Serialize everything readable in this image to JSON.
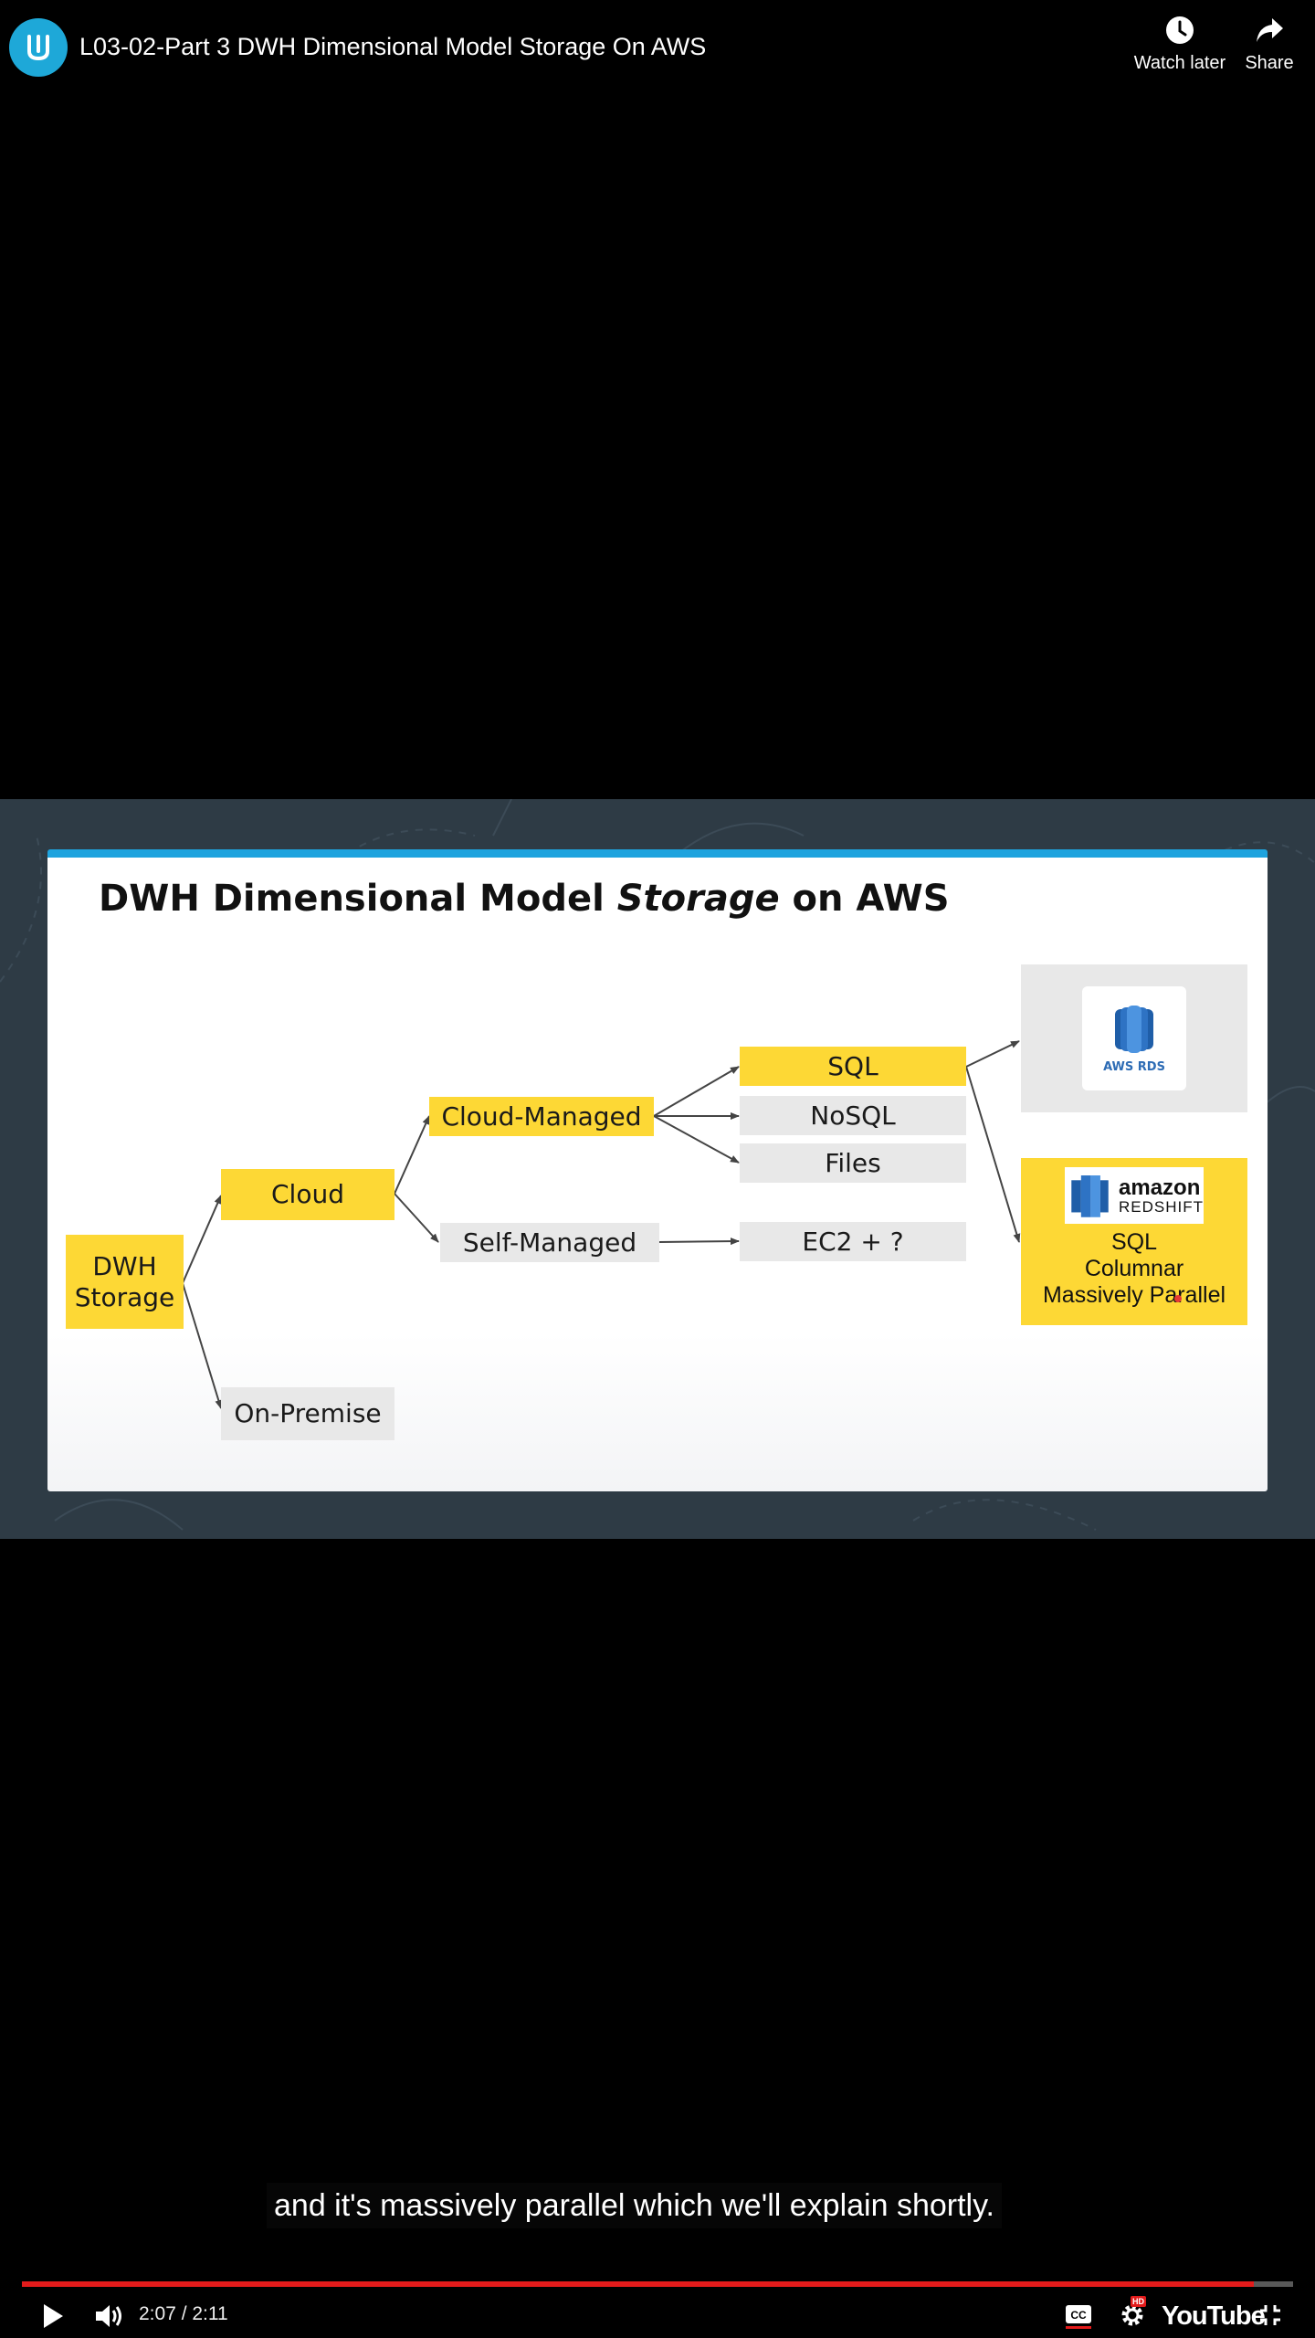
{
  "header": {
    "title": "L03-02-Part 3 DWH Dimensional Model Storage On AWS",
    "watch_later_label": "Watch later",
    "share_label": "Share"
  },
  "slide": {
    "title_part1": "DWH Dimensional Model ",
    "title_emphasis": "Storage",
    "title_part2": " on AWS",
    "nodes": {
      "dwh_storage_line1": "DWH",
      "dwh_storage_line2": "Storage",
      "cloud": "Cloud",
      "on_premise": "On-Premise",
      "cloud_managed": "Cloud-Managed",
      "self_managed": "Self-Managed",
      "sql": "SQL",
      "nosql": "NoSQL",
      "files": "Files",
      "ec2": "EC2 + ?"
    },
    "aws_rds_label": "AWS RDS",
    "redshift": {
      "brand": "amazon",
      "product": "REDSHIFT",
      "line1": "SQL",
      "line2": "Columnar",
      "line3": "Massively Parallel"
    }
  },
  "caption": "and it's massively parallel which we'll explain shortly.",
  "player": {
    "time": "2:07 / 2:11",
    "progress": 0.969,
    "brand": "YouTube",
    "hd_badge": "HD"
  },
  "colors": {
    "accent_red": "#e31b1b",
    "slide_yellow": "#fdd835",
    "slide_grey": "#e8e8e8",
    "slide_blue_bar": "#1ea3de",
    "udacity_blue": "#1ea8d8"
  },
  "icons": [
    "udacity-logo",
    "clock-icon",
    "share-icon",
    "play-icon",
    "volume-icon",
    "cc-icon",
    "settings-icon",
    "exit-fullscreen-icon"
  ]
}
